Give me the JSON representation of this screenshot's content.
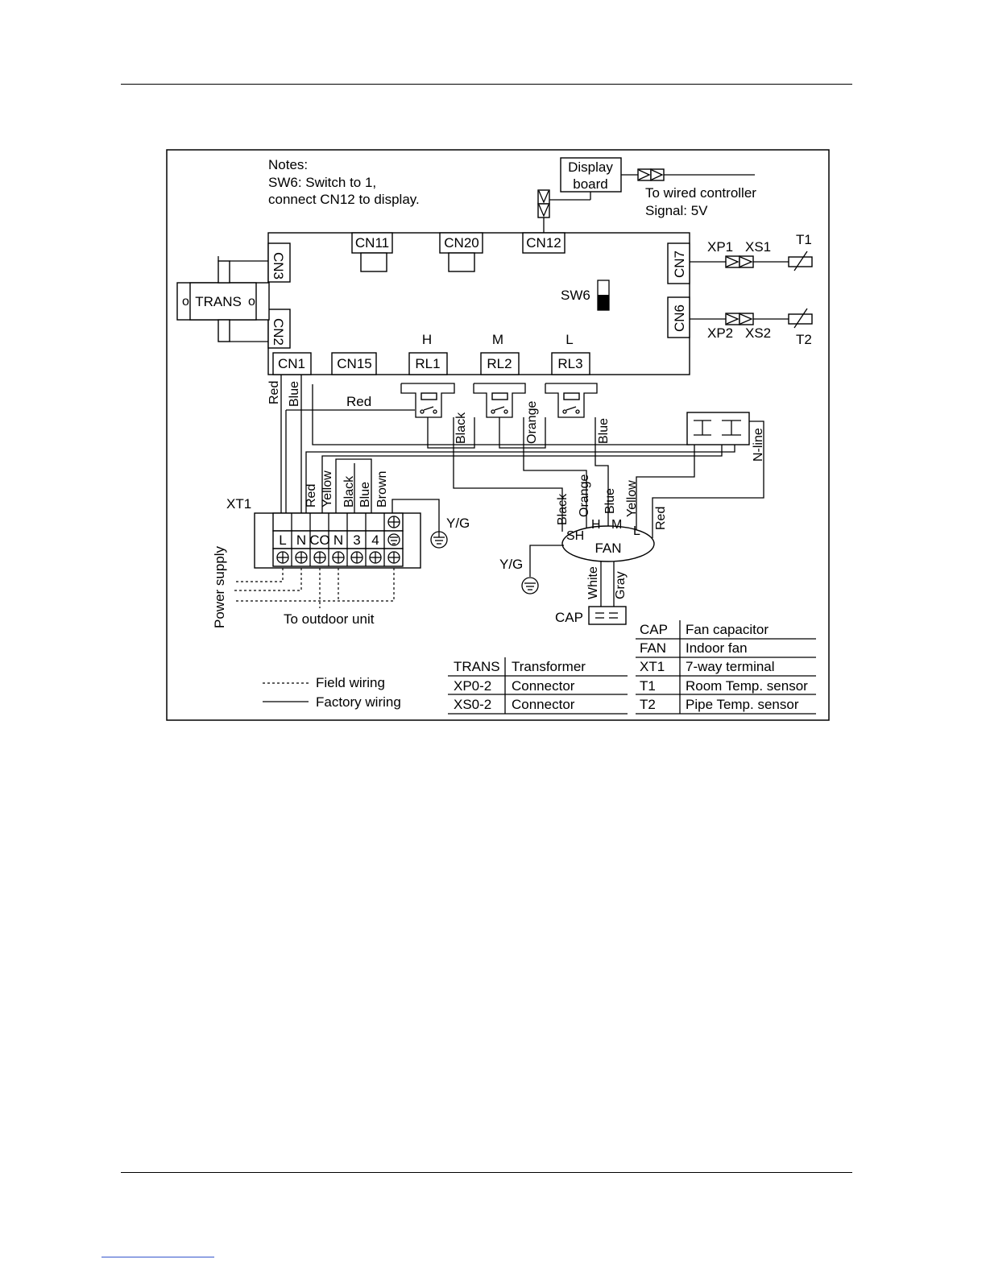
{
  "notes": {
    "title": "Notes:",
    "line1": "SW6: Switch to 1,",
    "line2": "connect CN12 to display."
  },
  "display_board": {
    "line1": "Display",
    "line2": "board"
  },
  "wired_controller": {
    "line1": "To wired controller",
    "line2": "Signal: 5V"
  },
  "board": {
    "connectors": {
      "cn3": "CN3",
      "cn2": "CN2",
      "cn11": "CN11",
      "cn20": "CN20",
      "cn12": "CN12",
      "cn7": "CN7",
      "cn6": "CN6",
      "cn1": "CN1",
      "cn15": "CN15"
    },
    "relays": {
      "rl1": "RL1",
      "rl2": "RL2",
      "rl3": "RL3"
    },
    "speeds": {
      "h": "H",
      "m": "M",
      "l": "L"
    },
    "switch_label": "SW6"
  },
  "transformer_label": "TRANS",
  "sensors": {
    "xp1": "XP1",
    "xs1": "XS1",
    "t1": "T1",
    "xp2": "XP2",
    "xs2": "XS2",
    "t2": "T2"
  },
  "wires": {
    "red": "Red",
    "blue": "Blue",
    "black": "Black",
    "orange": "Orange",
    "yellow": "Yellow",
    "brown": "Brown",
    "white": "White",
    "gray": "Gray",
    "nline": "N-line"
  },
  "terminal": {
    "name": "XT1",
    "labels": [
      "L",
      "N",
      "CO",
      "N",
      "3",
      "4"
    ],
    "ground": "Y/G"
  },
  "fan": {
    "label": "FAN",
    "sh": "SH",
    "h": "H",
    "m": "M",
    "l": "L",
    "ground": "Y/G"
  },
  "cap_label": "CAP",
  "power_supply": "Power supply",
  "outdoor_unit": "To outdoor unit",
  "legend": {
    "field": "Field wiring",
    "factory": "Factory wiring"
  },
  "table_left": [
    {
      "code": "TRANS",
      "desc": "Transformer"
    },
    {
      "code": "XP0-2",
      "desc": "Connector"
    },
    {
      "code": "XS0-2",
      "desc": "Connector"
    }
  ],
  "table_right": [
    {
      "code": "CAP",
      "desc": "Fan capacitor"
    },
    {
      "code": "FAN",
      "desc": "Indoor fan"
    },
    {
      "code": "XT1",
      "desc": "7-way terminal"
    },
    {
      "code": "T1",
      "desc": "Room Temp. sensor"
    },
    {
      "code": "T2",
      "desc": "Pipe Temp. sensor"
    }
  ]
}
